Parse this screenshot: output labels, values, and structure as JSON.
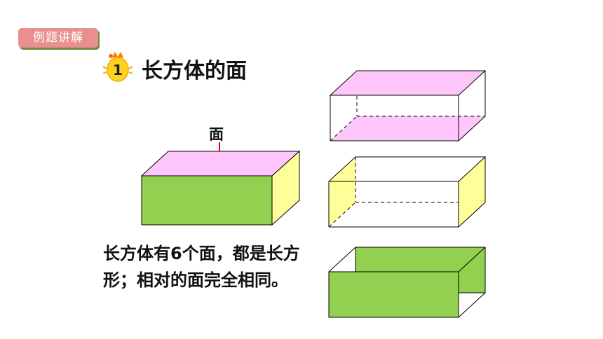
{
  "header": {
    "badge_label": "例题讲解"
  },
  "section": {
    "number": "1",
    "title": "长方体的面"
  },
  "diagram": {
    "face_label": "面",
    "description": "长方体有6个面，都是长方形；相对的面完全相同。"
  },
  "colors": {
    "top_face": "#ffc6fb",
    "front_face": "#92d050",
    "side_face": "#ffff99",
    "arrow": "#ff0000",
    "badge": "#e98f8f"
  }
}
